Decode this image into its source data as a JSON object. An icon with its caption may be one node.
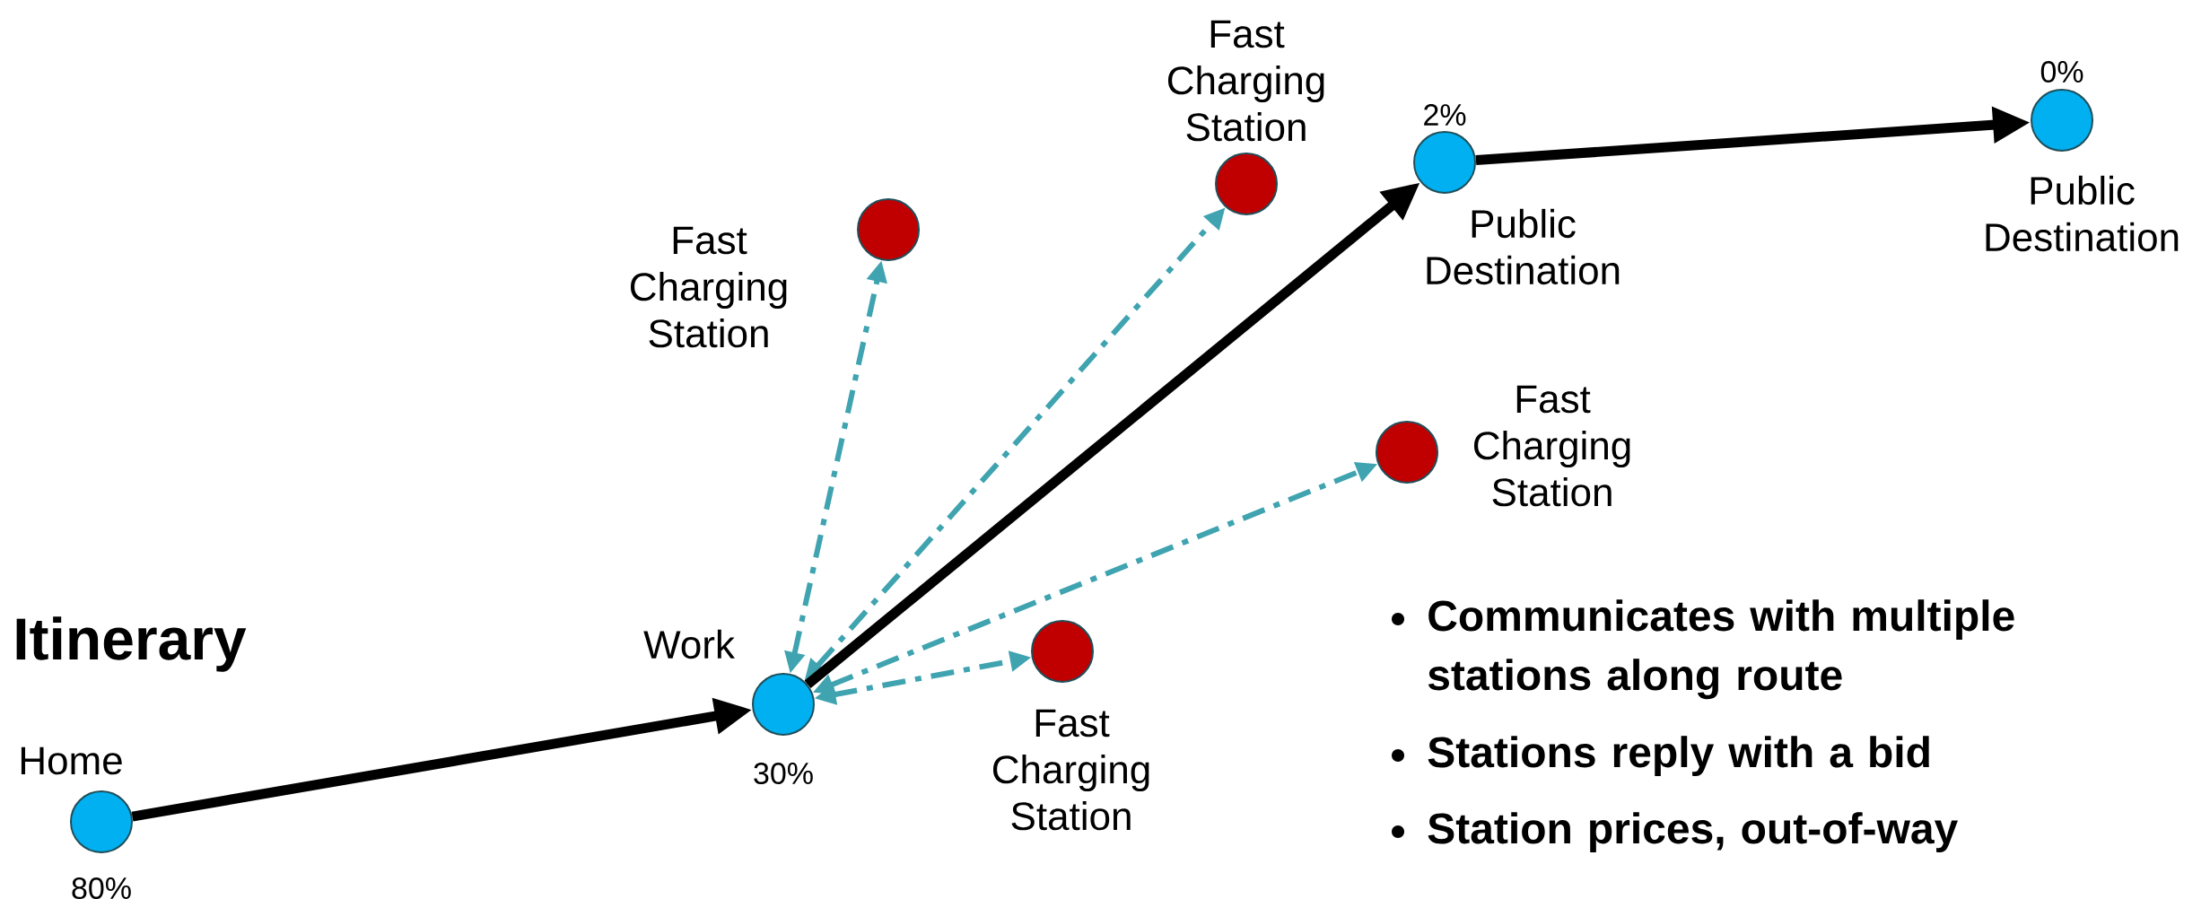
{
  "diagram": {
    "title": "Itinerary",
    "nodes": [
      {
        "text": [
          "Home"
        ],
        "beside": [
          "80%"
        ]
      },
      {
        "text": [
          "Work"
        ],
        "beside": [
          "30%"
        ]
      },
      {
        "text": [
          "Fast Charging Station"
        ]
      },
      {
        "text": [
          "Fast Charging Station"
        ]
      },
      {
        "text": [
          "Public Destination"
        ],
        "beside": [
          "2%"
        ]
      },
      {
        "text": [
          "Fast Charging Station"
        ]
      },
      {
        "text": [
          "Fast Charging Station"
        ]
      },
      {
        "text": [
          "Public Destination"
        ],
        "beside": [
          "0%"
        ]
      }
    ],
    "edges": [
      {
        "from": 0,
        "to": 1,
        "arrow": "to",
        "style": "thick",
        "color": "#000000"
      },
      {
        "from": 1,
        "to": 2,
        "arrow": "both",
        "style": "dashed"
      },
      {
        "from": 1,
        "to": 3,
        "arrow": "both",
        "style": "dashed"
      },
      {
        "from": 1,
        "to": 4,
        "arrow": "to",
        "style": "thick",
        "color": "#000000"
      },
      {
        "from": 1,
        "to": 5,
        "arrow": "both",
        "style": "dashed"
      },
      {
        "from": 1,
        "to": 6,
        "arrow": "both",
        "style": "dashed"
      },
      {
        "from": 4,
        "to": 7,
        "arrow": "to",
        "style": "thick",
        "color": "#000000"
      }
    ],
    "labels": [
      "Communicates with multiple stations along route",
      "Stations reply with a bid",
      "Station prices, out-of-way"
    ]
  }
}
